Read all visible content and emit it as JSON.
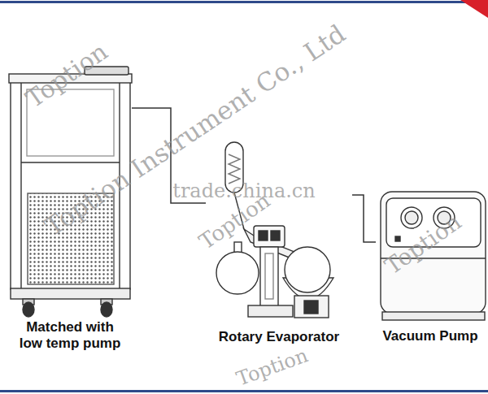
{
  "diagram": {
    "nodes": [
      {
        "text": [
          "Matched with low temp pump"
        ]
      },
      {
        "text": [
          "Rotary Evaporator"
        ]
      },
      {
        "text": [
          "Vacuum Pump"
        ]
      }
    ],
    "edges": [
      {
        "from": 0,
        "to": 1,
        "arrow": "none"
      },
      {
        "from": 1,
        "to": 2,
        "arrow": "none"
      }
    ],
    "labels": [
      "Toption",
      "Toption Instrument Co., Ltd",
      "trade.china.cn",
      "Toption",
      "Toption",
      "Toption"
    ]
  }
}
